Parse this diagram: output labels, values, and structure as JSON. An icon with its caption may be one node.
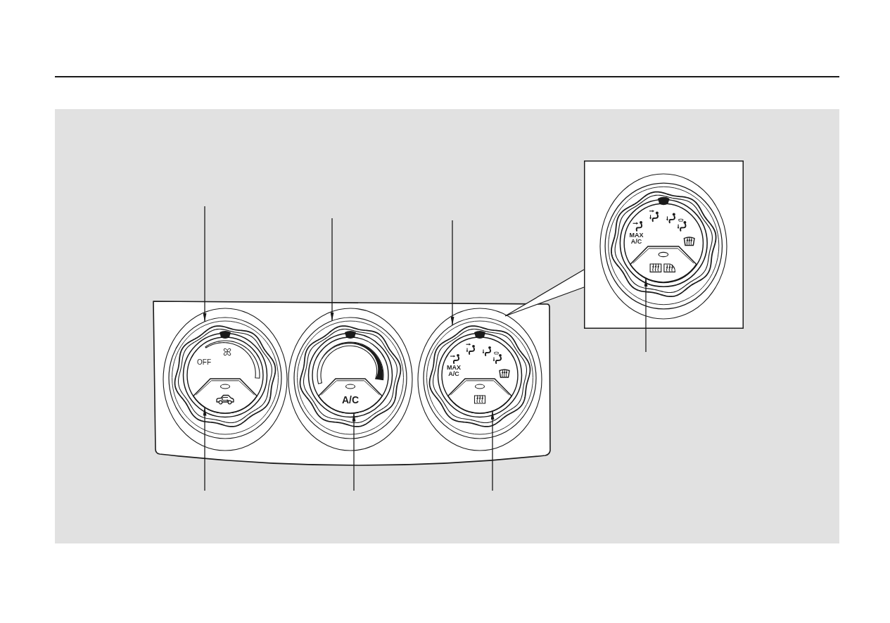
{
  "diagram": {
    "nodes": [
      {
        "text": [
          "OFF"
        ]
      },
      {
        "text": [],
        "shape": "button",
        "in": 0
      },
      {
        "text": [],
        "shape": "circle"
      },
      {
        "text": [
          "A/C"
        ],
        "in": 2
      },
      {
        "text": [
          "MAX A/C"
        ]
      },
      {
        "text": [],
        "shape": "button",
        "in": 4
      },
      {
        "text": [],
        "shape": "box"
      },
      {
        "text": [
          "MAX A/C"
        ],
        "in": 6
      },
      {
        "text": [],
        "shape": "button",
        "in": 7
      }
    ],
    "edges": [
      {
        "from": null,
        "to": 0,
        "arrow": "to"
      },
      {
        "from": null,
        "to": 2,
        "arrow": "to"
      },
      {
        "from": null,
        "to": 4,
        "arrow": "to"
      },
      {
        "from": 4,
        "to": 6,
        "arrow": "none"
      },
      {
        "from": null,
        "to": 8,
        "arrow": "to"
      },
      {
        "from": null,
        "to": 1,
        "arrow": "to"
      },
      {
        "from": null,
        "to": 3,
        "arrow": "to"
      },
      {
        "from": null,
        "to": 5,
        "arrow": "to"
      }
    ]
  }
}
